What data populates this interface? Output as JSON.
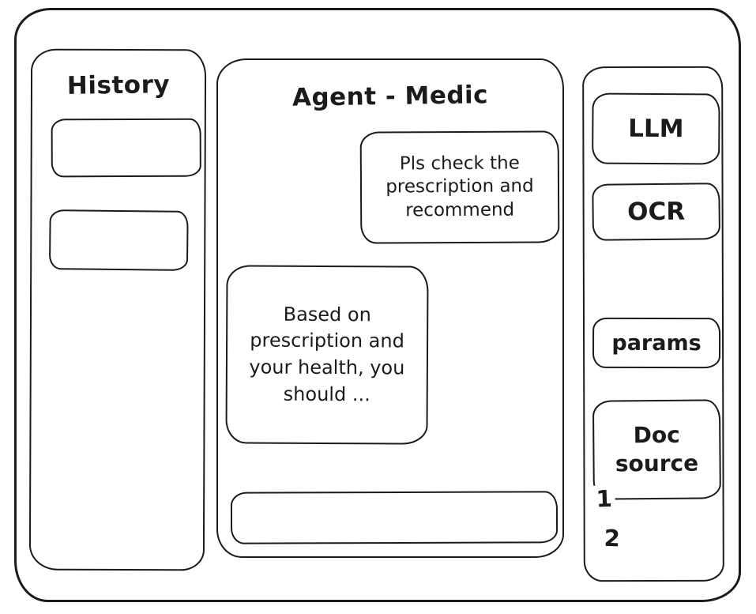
{
  "history_panel": {
    "title": "History",
    "items": [
      {
        "label": ""
      },
      {
        "label": ""
      }
    ]
  },
  "chat_panel": {
    "title": "Agent - Medic",
    "messages": [
      {
        "role": "user",
        "text": "Pls check the prescription and recommend"
      },
      {
        "role": "agent",
        "text": "Based on prescription and your health, you should ..."
      }
    ],
    "input": {
      "value": "",
      "placeholder": ""
    }
  },
  "tools_panel": {
    "items": [
      {
        "label": "LLM"
      },
      {
        "label": "OCR"
      },
      {
        "label": "params"
      },
      {
        "label": "Doc source"
      }
    ],
    "doc_source_numbers": [
      "1",
      "2"
    ]
  },
  "colors": {
    "ink": "#1b1b1b",
    "paper": "#ffffff"
  }
}
